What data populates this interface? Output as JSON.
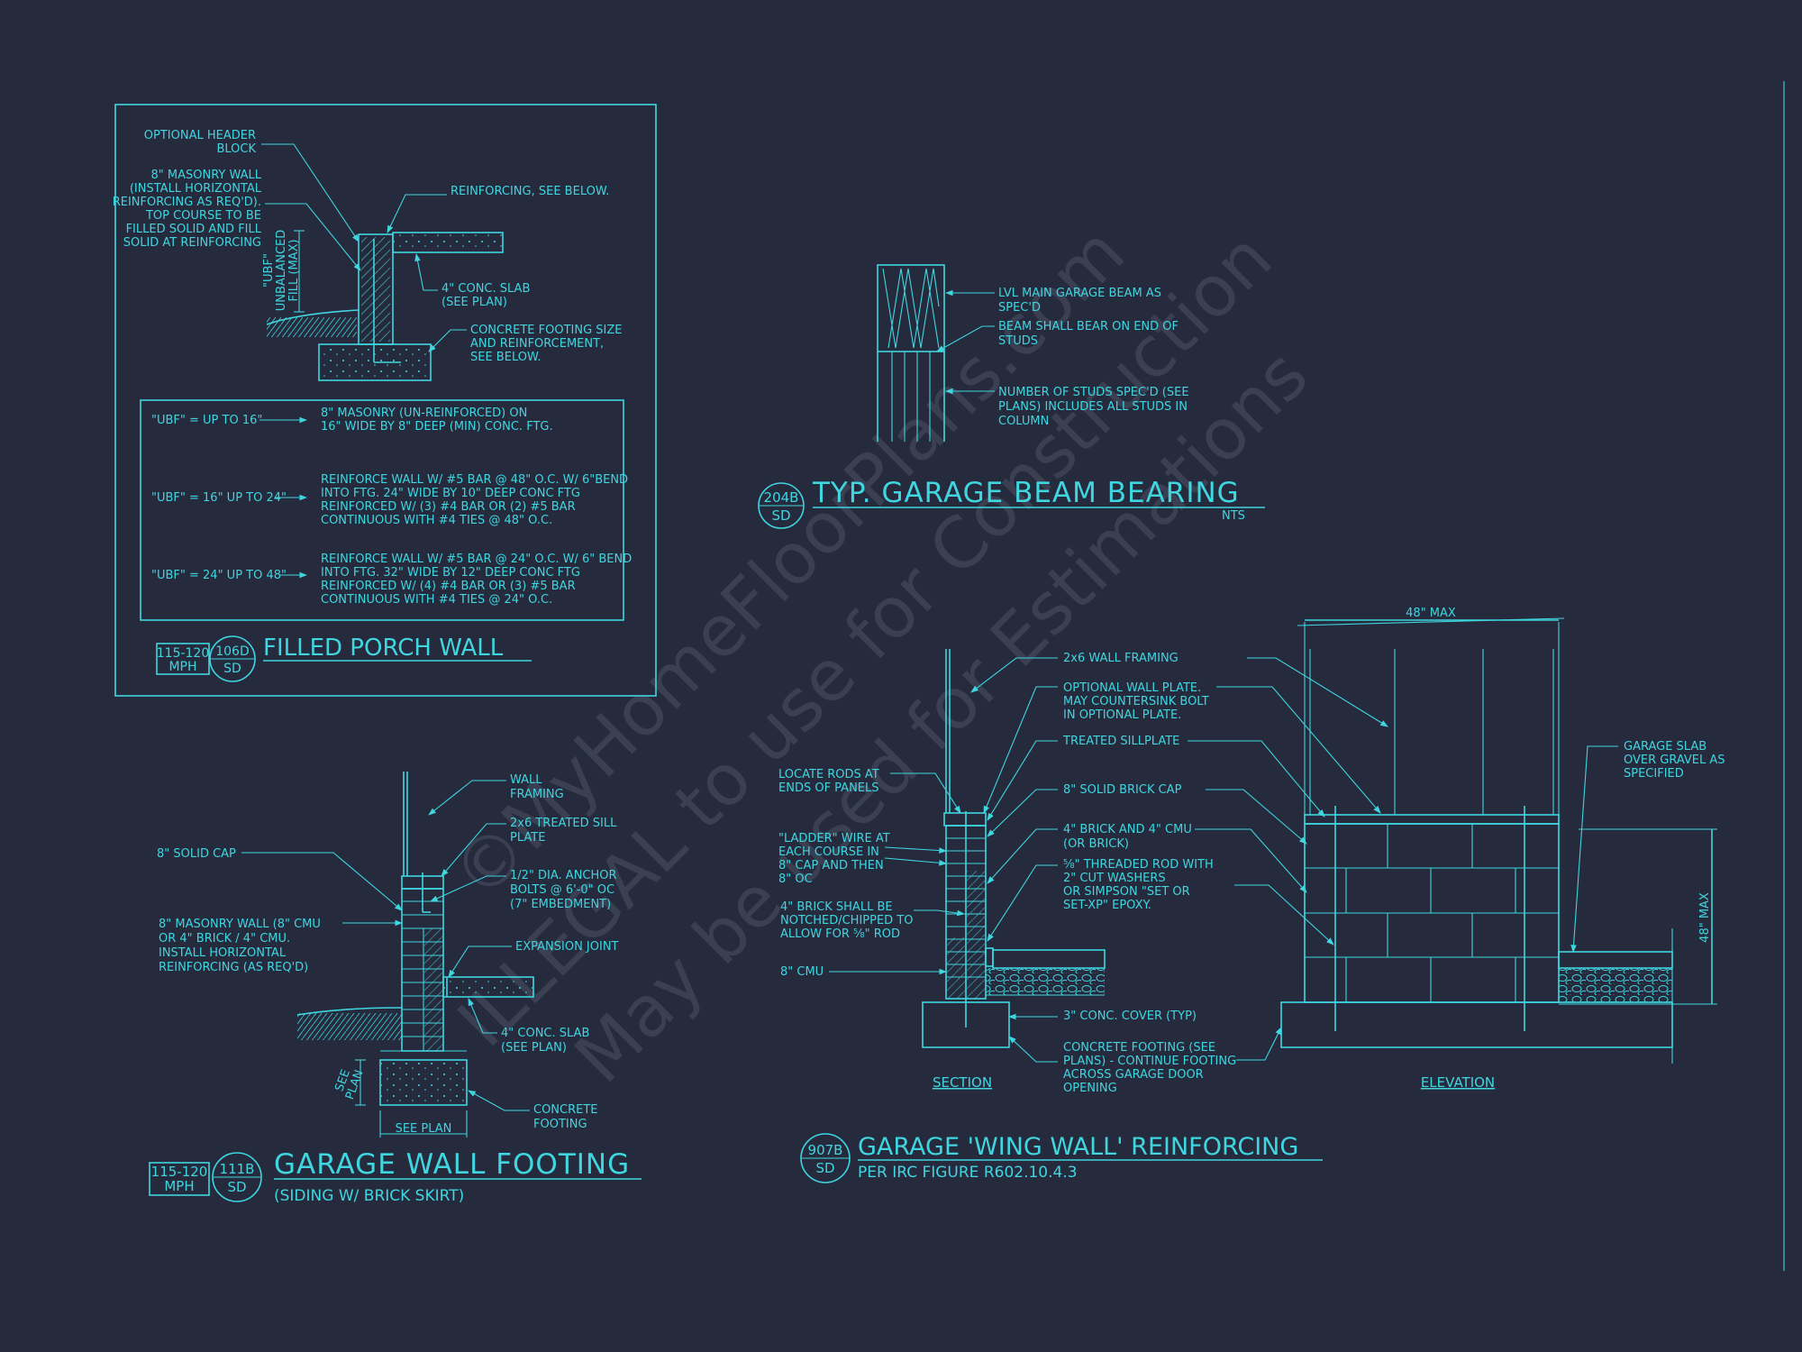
{
  "watermark": {
    "line1": "©MyHomeFloorPlans.com",
    "line2": "ILLEGAL to use for Construction",
    "line3": "May be used for Estimations"
  },
  "porch": {
    "notes": {
      "header_block": [
        "OPTIONAL HEADER",
        "BLOCK"
      ],
      "masonry_wall": [
        "8\" MASONRY WALL",
        "(INSTALL HORIZONTAL",
        "REINFORCING AS REQ'D).",
        "TOP COURSE TO BE",
        "FILLED SOLID AND FILL",
        "SOLID AT REINFORCING"
      ],
      "reinforcing": "REINFORCING, SEE BELOW.",
      "ubf_vertical": [
        "\"UBF\"",
        "UNBALANCED",
        "FILL (MAX)"
      ],
      "slab": [
        "4\" CONC. SLAB",
        "(SEE PLAN)"
      ],
      "footing": [
        "CONCRETE FOOTING SIZE",
        "AND REINFORCEMENT,",
        "SEE BELOW."
      ]
    },
    "schedule": [
      {
        "label": "\"UBF\" = UP TO 16\"",
        "text": [
          "8\" MASONRY (UN-REINFORCED) ON",
          "16\" WIDE BY 8\" DEEP (MIN) CONC. FTG."
        ]
      },
      {
        "label": "\"UBF\" = 16\" UP TO 24\"",
        "text": [
          "REINFORCE WALL W/ #5 BAR @ 48\" O.C. W/ 6\"BEND",
          "INTO FTG. 24\" WIDE BY 10\" DEEP CONC FTG",
          "REINFORCED W/ (3) #4 BAR OR (2) #5 BAR",
          "CONTINUOUS WITH #4 TIES @ 48\" O.C."
        ]
      },
      {
        "label": "\"UBF\" = 24\" UP TO 48\"",
        "text": [
          "REINFORCE WALL W/ #5 BAR @ 24\" O.C. W/ 6\" BEND",
          "INTO FTG. 32\" WIDE BY 12\" DEEP CONC FTG",
          "REINFORCED W/ (4) #4 BAR OR (3) #5 BAR",
          "CONTINUOUS WITH #4 TIES @ 24\" O.C."
        ]
      }
    ],
    "wind": [
      "115-120",
      "MPH"
    ],
    "detail_num": "106D",
    "detail_sheet": "SD",
    "title": "FILLED PORCH WALL"
  },
  "beam": {
    "notes": {
      "lvl": [
        "LVL MAIN GARAGE BEAM  AS",
        "SPEC'D"
      ],
      "bear": [
        "BEAM SHALL BEAR ON END OF",
        "STUDS"
      ],
      "studs": [
        "NUMBER OF STUDS SPEC'D (SEE",
        "PLANS) INCLUDES ALL STUDS IN",
        "COLUMN"
      ]
    },
    "detail_num": "204B",
    "detail_sheet": "SD",
    "title": "TYP. GARAGE BEAM BEARING",
    "scale": "NTS"
  },
  "garage_footing": {
    "notes": {
      "wall_framing": [
        "WALL",
        "FRAMING"
      ],
      "sill": [
        "2x6 TREATED SILL",
        "PLATE"
      ],
      "solid_cap": "8\" SOLID CAP",
      "anchor": [
        "1/2\" DIA. ANCHOR",
        "BOLTS @ 6'-0\" OC",
        "(7\" EMBEDMENT)"
      ],
      "masonry": [
        "8\" MASONRY WALL (8\" CMU",
        "OR 4\" BRICK / 4\" CMU.",
        "INSTALL HORIZONTAL",
        "REINFORCING (AS REQ'D)"
      ],
      "expansion": "EXPANSION JOINT",
      "slab": [
        "4\" CONC. SLAB",
        "(SEE PLAN)"
      ],
      "see_plan_v": [
        "SEE",
        "PLAN"
      ],
      "footing": [
        "CONCRETE",
        "FOOTING"
      ],
      "see_plan": "SEE PLAN"
    },
    "wind": [
      "115-120",
      "MPH"
    ],
    "detail_num": "111B",
    "detail_sheet": "SD",
    "title": "GARAGE WALL FOOTING",
    "subtitle": "(SIDING W/ BRICK SKIRT)"
  },
  "wing": {
    "notes": {
      "framing": "2x6 WALL FRAMING",
      "plate": [
        "OPTIONAL WALL PLATE.",
        "MAY COUNTERSINK BOLT",
        "IN OPTIONAL PLATE."
      ],
      "sill": "TREATED SILLPLATE",
      "cap": "8\" SOLID BRICK CAP",
      "brick": [
        "4\" BRICK AND 4\" CMU",
        "(OR BRICK)"
      ],
      "rod": [
        "⅝\" THREADED ROD WITH",
        "2\" CUT WASHERS",
        "OR SIMPSON \"SET OR",
        "SET-XP\" EPOXY."
      ],
      "cover": "3\" CONC. COVER (TYP)",
      "footing": [
        "CONCRETE FOOTING (SEE",
        "PLANS) - CONTINUE FOOTING",
        "ACROSS GARAGE DOOR",
        "OPENING"
      ],
      "locate": [
        "LOCATE RODS AT",
        "ENDS OF PANELS"
      ],
      "ladder": [
        "\"LADDER\" WIRE AT",
        "EACH COURSE IN",
        "8\" CAP AND THEN",
        "8\" OC"
      ],
      "notch": [
        "4\" BRICK SHALL BE",
        "NOTCHED/CHIPPED TO",
        "ALLOW FOR ⅝\" ROD"
      ],
      "cmu": "8\" CMU",
      "garage_slab": [
        "GARAGE SLAB",
        "OVER GRAVEL AS",
        "SPECIFIED"
      ],
      "width": "48\" MAX",
      "height": "48\" MAX"
    },
    "section_label": "SECTION",
    "elevation_label": "ELEVATION",
    "detail_num": "907B",
    "detail_sheet": "SD",
    "title": "GARAGE 'WING WALL' REINFORCING",
    "subtitle": "PER IRC FIGURE R602.10.4.3"
  }
}
